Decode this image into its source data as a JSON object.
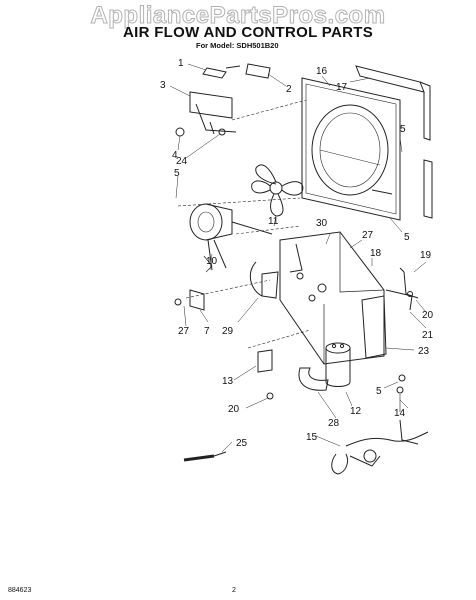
{
  "watermark": "AppliancePartsPros.com",
  "title": "AIR FLOW AND CONTROL PARTS",
  "model_line": "For Model: SDH501B20",
  "footer": {
    "doc_number": "884623",
    "page_number": "2"
  },
  "callouts": [
    "1",
    "2",
    "3",
    "16",
    "17",
    "4",
    "24",
    "5",
    "5",
    "11",
    "5",
    "30",
    "27",
    "18",
    "19",
    "10",
    "20",
    "27",
    "7",
    "29",
    "21",
    "23",
    "13",
    "5",
    "12",
    "20",
    "28",
    "14",
    "15",
    "25"
  ]
}
